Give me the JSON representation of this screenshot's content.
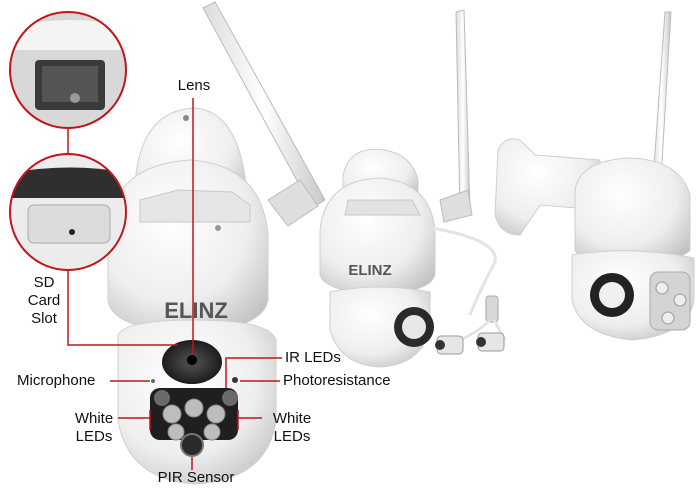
{
  "brand": "ELINZ",
  "labels": {
    "lens": "Lens",
    "sd_card_slot": [
      "SD",
      "Card",
      "Slot"
    ],
    "microphone": "Microphone",
    "ir_leds": "IR LEDs",
    "photoresistance": "Photoresistance",
    "white_leds_left": [
      "White",
      "LEDs"
    ],
    "white_leds_right": [
      "White",
      "LEDs"
    ],
    "pir_sensor": "PIR Sensor"
  },
  "colors": {
    "callout_line": "#c0161b",
    "body": "#f2f2f2",
    "shade": "#c9c9c9",
    "brand_text": "#555555"
  }
}
